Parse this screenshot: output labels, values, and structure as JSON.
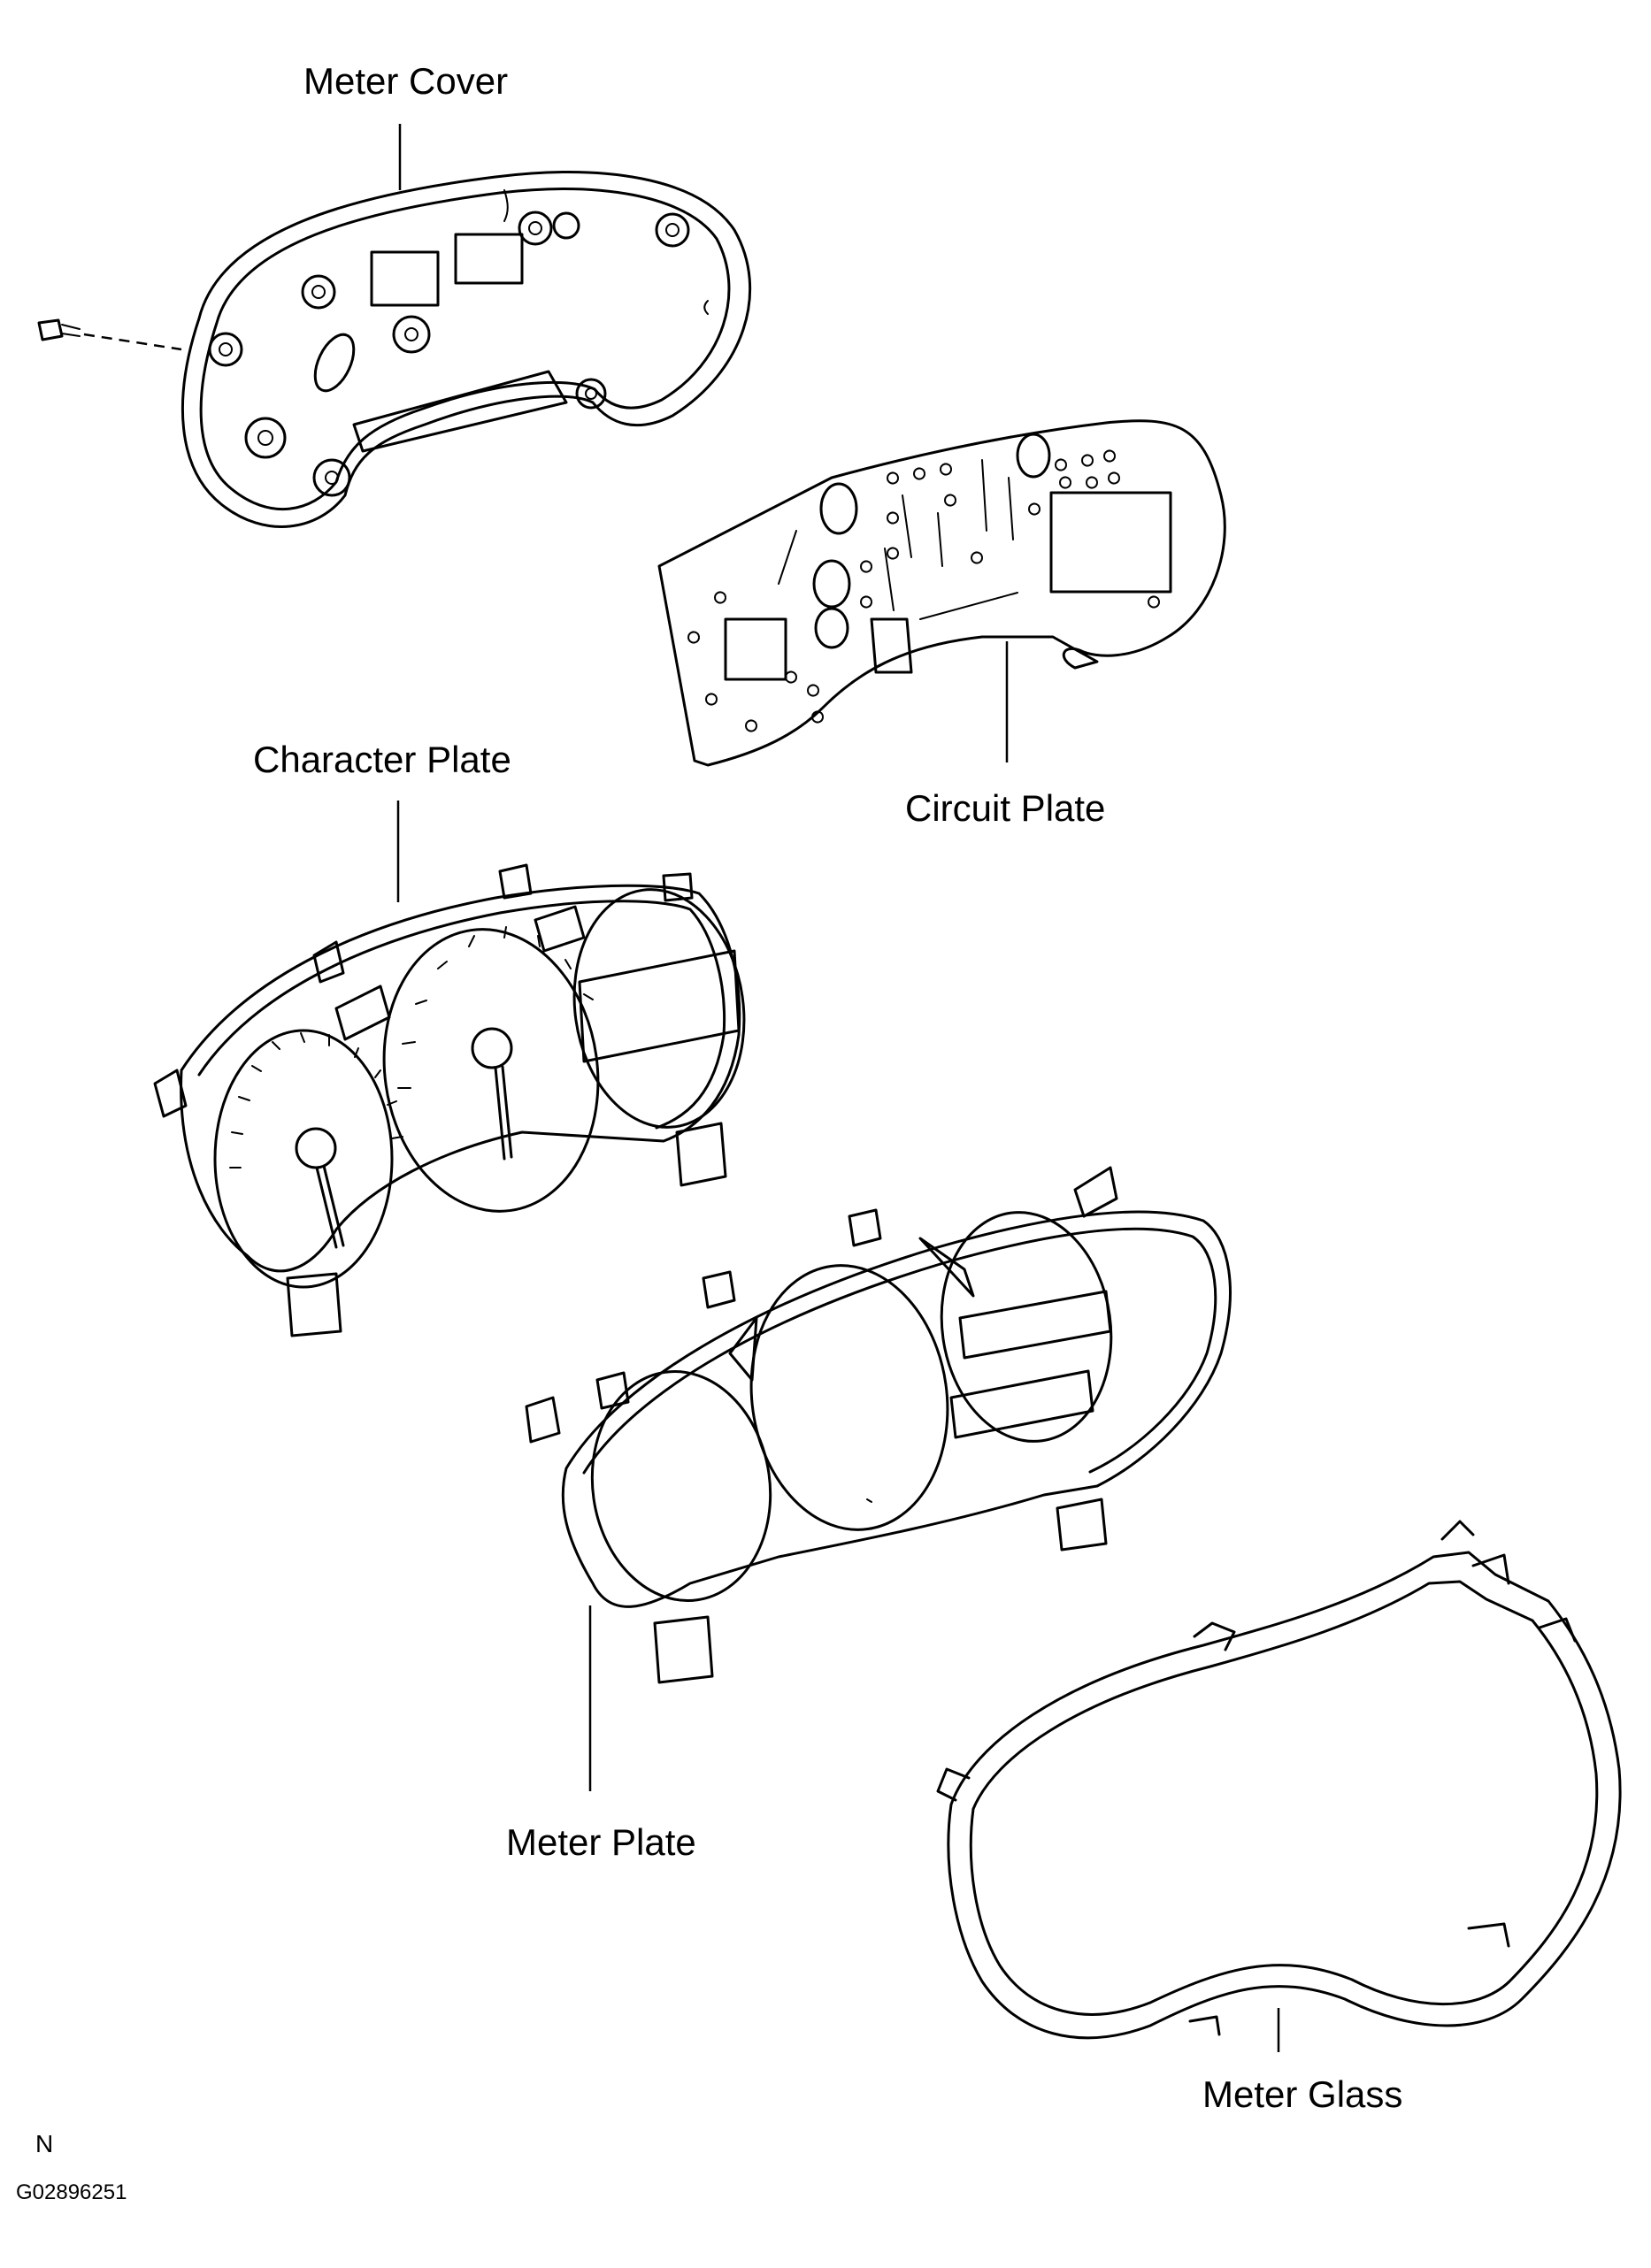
{
  "labels": {
    "meter_cover": "Meter Cover",
    "circuit_plate": "Circuit Plate",
    "character_plate": "Character Plate",
    "meter_plate": "Meter Plate",
    "meter_glass": "Meter Glass"
  },
  "orientation_mark": "N",
  "figure_id": "G02896251"
}
